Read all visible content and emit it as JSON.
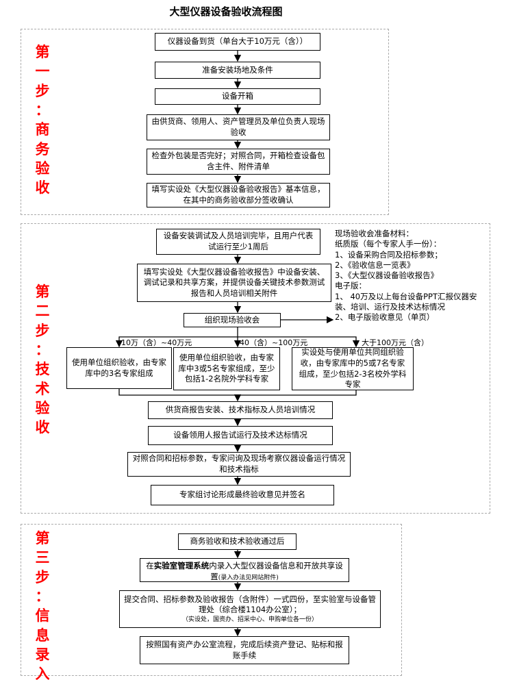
{
  "title": "大型仪器设备验收流程图",
  "steps": [
    {
      "label": "第一步：商务验收",
      "chars": [
        "第",
        "一",
        "步",
        "：",
        "商",
        "务",
        "验",
        "收"
      ]
    },
    {
      "label": "第二步：技术验收",
      "chars": [
        "第",
        "二",
        "步",
        "：",
        "技",
        "术",
        "验",
        "收"
      ]
    },
    {
      "label": "第三步：信息录入",
      "chars": [
        "第",
        "三",
        "步",
        "：",
        "信",
        "息",
        "录",
        "入"
      ]
    }
  ],
  "section1": [
    "仪器设备到货（单台大于10万元（含））",
    "准备安装场地及条件",
    "设备开箱",
    "由供货商、领用人、资产管理员及单位负责人现场验收",
    "检查外包装是否完好；对照合同，开箱检查设备包含主件、附件清单",
    "填写实设处《大型仪器设备验收报告》基本信息，在其中的商务验收部分签收确认"
  ],
  "section2": {
    "pre": [
      "设备安装调试及人员培训完毕，且用户代表试运行至少1周后",
      "填写实设处《大型仪器设备验收报告》中设备安装、调试记录和共享方案，并提供设备关键技术参数测试报告和人员培训相关附件",
      "组织现场验收会"
    ],
    "notes": [
      "现场验收会准备材料：",
      "纸质版（每个专家人手一份）：",
      "1、设备采购合同及招标参数；",
      "2、《验收信息一览表》",
      "3、《大型仪器设备验收报告》",
      "电子版：",
      "1、 40万及以上每台设备PPT汇报仪器安装、培训、运行及技术达标情况",
      "2、电子版验收意见（单页）"
    ],
    "branches": [
      {
        "condition": "10万（含）~40万元",
        "text": "使用单位组织验收，由专家库中的3名专家组成"
      },
      {
        "condition": "40（含）~100万元",
        "text": "使用单位组织验收，由专家库中3或5名专家组成，至少包括1-2名院外学科专家"
      },
      {
        "condition": "大于100万元（含）",
        "text": "实设处与使用单位共同组织验收，由专家库中的5或7名专家组成，至少包括2-3名校外学科专家"
      }
    ],
    "post": [
      "供货商报告安装、技术指标及人员培训情况",
      "设备领用人报告试运行及技术达标情况",
      "对照合同和招标参数，专家问询及现场考察仪器设备运行情况和技术指标",
      "专家组讨论形成最终验收意见并签名"
    ]
  },
  "section3": {
    "s1": "商务验收和技术验收通过后",
    "s2_pre": "在",
    "s2_bold": "实验室管理系统",
    "s2_post": "内录入大型仪器设备信息和开放共享设置",
    "s2_note": "(录入办法见网站附件)",
    "s3": "提交合同、招标参数及验收报告（含附件）一式四份，至实验室与设备管理处（综合楼1104办公室）；",
    "s3_note": "（实设处，国资办、招采中心、申购单位各一份）",
    "s4": "按照国有资产办公室流程，完成后续资产登记、贴标和报账手续"
  }
}
